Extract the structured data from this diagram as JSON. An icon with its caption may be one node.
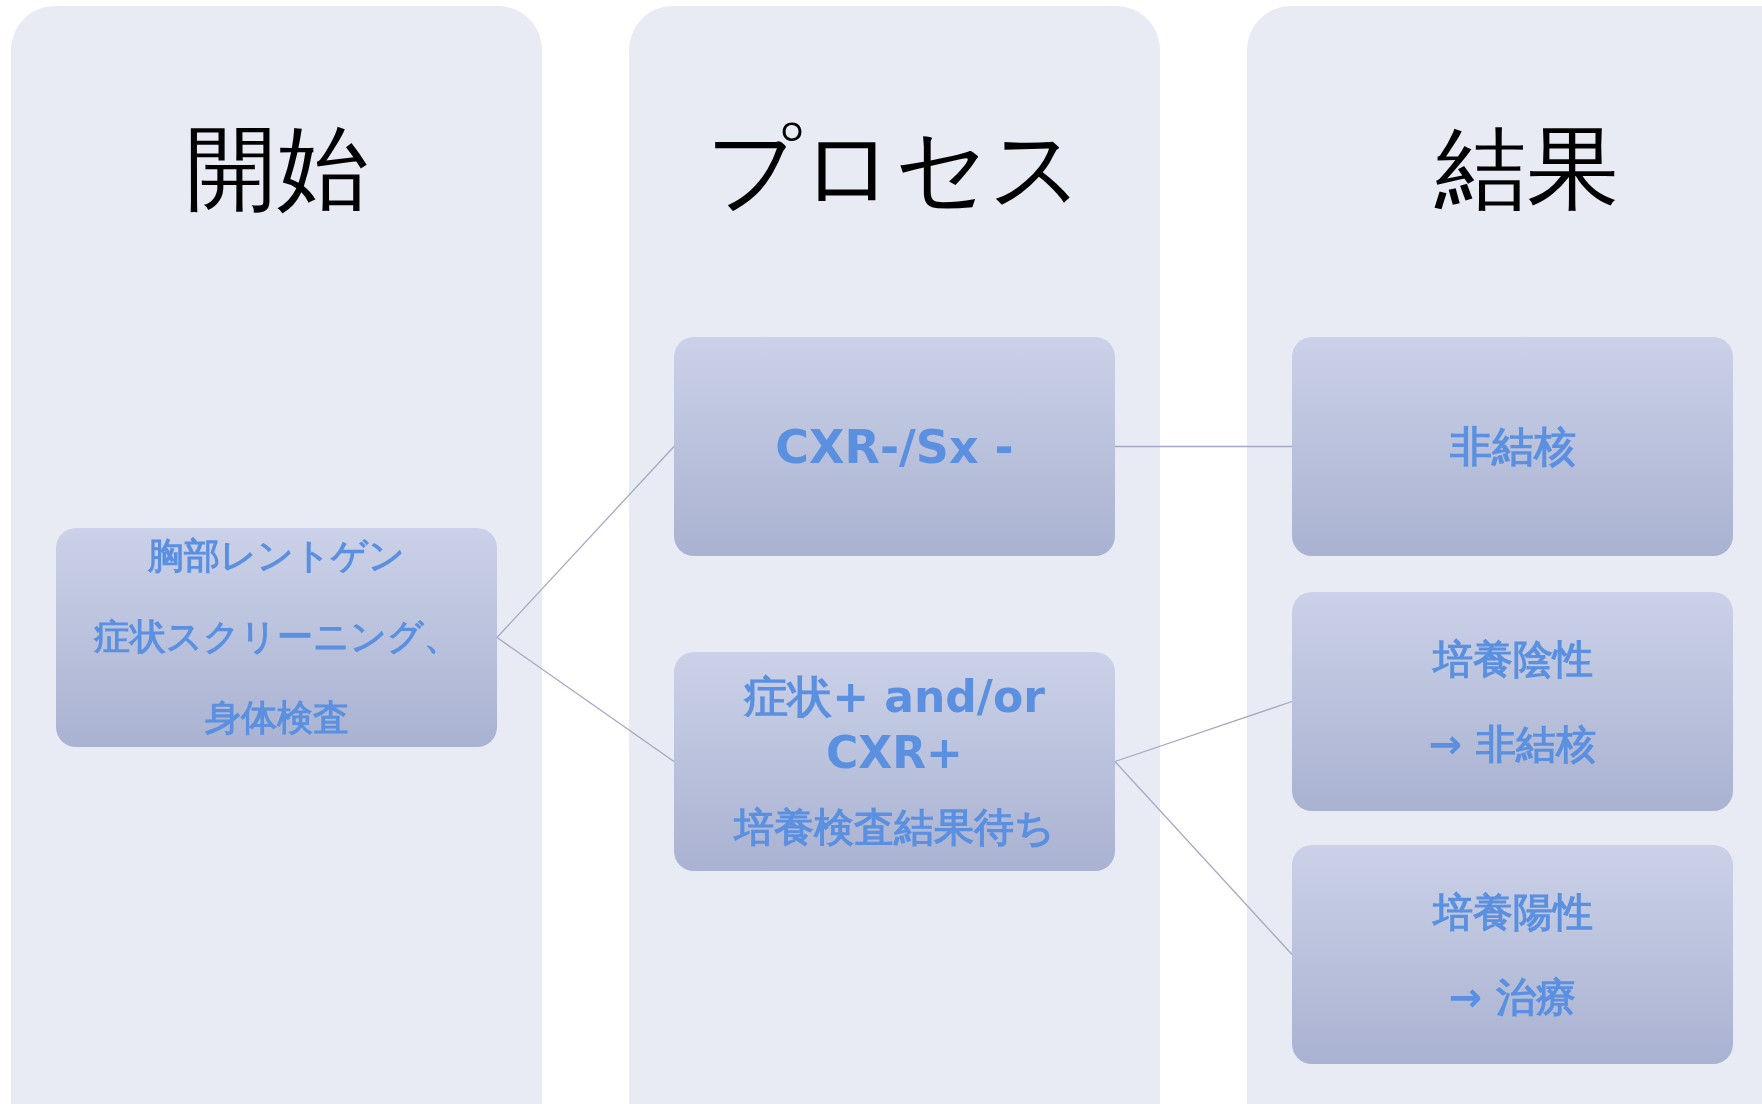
{
  "diagram": {
    "nodes": [
      {
        "text": [
          "開始"
        ]
      },
      {
        "text": [
          "プロセス"
        ]
      },
      {
        "text": [
          "結果"
        ]
      },
      {
        "text": [
          "胸部レントゲン",
          "症状スクリーニング、",
          "身体検査"
        ],
        "in": 0
      },
      {
        "text": [
          "CXR-/Sx -"
        ],
        "in": 1
      },
      {
        "text": [
          "症状+ and/or CXR+",
          "培養検査結果待ち"
        ],
        "in": 1
      },
      {
        "text": [
          "非結核"
        ],
        "in": 2
      },
      {
        "text": [
          "培養陰性",
          "→ 非結核"
        ],
        "in": 2
      },
      {
        "text": [
          "培養陽性",
          "→ 治療"
        ],
        "in": 2
      }
    ],
    "edges": [
      {
        "from": 3,
        "to": 4,
        "arrow": "none"
      },
      {
        "from": 3,
        "to": 5,
        "arrow": "none"
      },
      {
        "from": 4,
        "to": 6,
        "arrow": "none"
      },
      {
        "from": 5,
        "to": 7,
        "arrow": "none"
      },
      {
        "from": 5,
        "to": 8,
        "arrow": "none"
      }
    ]
  }
}
